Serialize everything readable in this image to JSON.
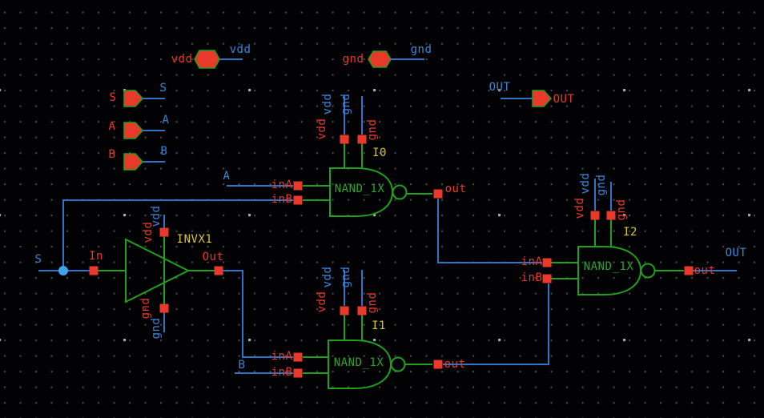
{
  "app": {
    "view": "schematic-canvas"
  },
  "palette": {
    "background": "#020204",
    "wire_blue": "#2f74c8",
    "net_label_blue": "#3b86d8",
    "symbol_green": "#1fa01f",
    "cell_text_green": "#2aa52a",
    "pin_red": "#e8392a",
    "instance_yellow": "#d6c62e",
    "junction_dot_blue": "#3fa3e8",
    "grid_dot": "#41454d",
    "grid_major_dot": "#a9b0b8"
  },
  "ports": [
    {
      "id": "vdd",
      "pin_label": "vdd",
      "net_label": "vdd",
      "symbol": "inout-hexagon-pin"
    },
    {
      "id": "gnd",
      "pin_label": "gnd",
      "net_label": "gnd",
      "symbol": "inout-hexagon-pin"
    },
    {
      "id": "S",
      "pin_label": "S",
      "net_label": "S",
      "symbol": "input-arrow-pin"
    },
    {
      "id": "A",
      "pin_label": "A",
      "net_label": "A",
      "symbol": "input-arrow-pin"
    },
    {
      "id": "B",
      "pin_label": "B",
      "net_label": "B",
      "symbol": "input-arrow-pin"
    },
    {
      "id": "OUT",
      "pin_label": "OUT",
      "net_label": "OUT",
      "symbol": "output-arrow-pin"
    }
  ],
  "instances": [
    {
      "id": "I0",
      "cell": "NAND_1X",
      "pin_inA": "inA",
      "pin_inB": "inB",
      "pin_out": "out",
      "pin_vdd": "vdd",
      "pin_gnd": "gnd",
      "net_vdd": "vdd",
      "net_gnd": "gnd"
    },
    {
      "id": "I1",
      "cell": "NAND_1X",
      "pin_inA": "inA",
      "pin_inB": "inB",
      "pin_out": "out",
      "pin_vdd": "vdd",
      "pin_gnd": "gnd",
      "net_vdd": "vdd",
      "net_gnd": "gnd"
    },
    {
      "id": "I2",
      "cell": "NAND_1X",
      "pin_inA": "inA",
      "pin_inB": "inB",
      "pin_out": "out",
      "pin_vdd": "vdd",
      "pin_gnd": "gnd",
      "net_vdd": "vdd",
      "net_gnd": "gnd"
    },
    {
      "id": "INVX1",
      "pin_in": "In",
      "pin_out": "Out",
      "pin_vdd": "vdd",
      "pin_gnd": "gnd",
      "net_vdd": "vdd",
      "net_gnd": "gnd"
    }
  ],
  "net_labels": {
    "S": "S",
    "A": "A",
    "B": "B",
    "OUT": "OUT"
  }
}
